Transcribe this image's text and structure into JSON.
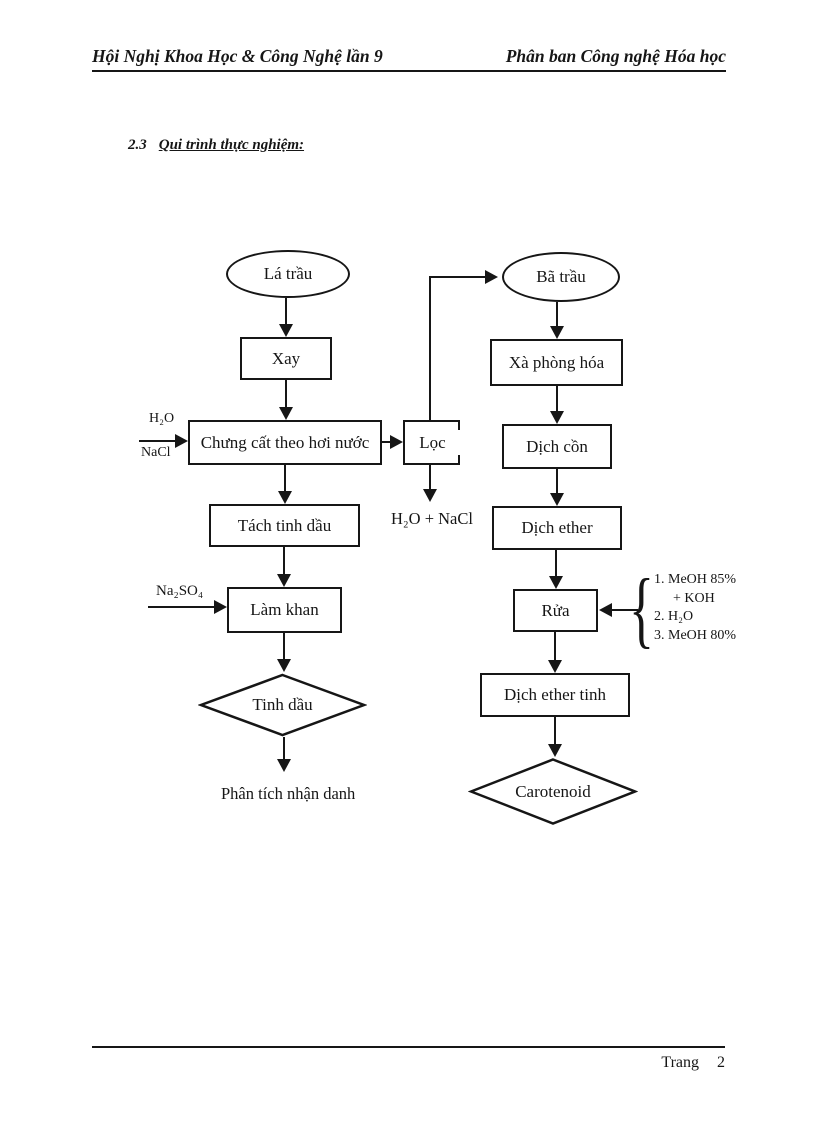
{
  "header": {
    "left": "Hội Nghị Khoa Học & Công Nghệ lần 9",
    "right": "Phân ban Công nghệ Hóa học"
  },
  "section": {
    "number": "2.3",
    "title": "Qui trình thực nghiệm:"
  },
  "flowchart": {
    "nodes": {
      "la_trau": "Lá trầu",
      "xay": "Xay",
      "chung_cat": "Chưng cất theo hơi nước",
      "loc": "Lọc",
      "tach_tinh_dau": "Tách tinh dầu",
      "lam_khan": "Làm khan",
      "tinh_dau": "Tinh dầu",
      "ba_trau": "Bã trầu",
      "xa_phong_hoa": "Xà phòng hóa",
      "dich_con": "Dịch cồn",
      "dich_ether": "Dịch ether",
      "rua": "Rửa",
      "dich_ether_tinh": "Dịch ether tinh",
      "carotenoid": "Carotenoid"
    },
    "labels": {
      "h2o": "H₂O",
      "nacl": "NaCl",
      "na2so4": "Na₂SO₄",
      "h2o_nacl": "H₂O + NaCl",
      "phan_tich": "Phân tích nhận danh"
    },
    "reagents": [
      "1. MeOH 85%",
      "+ KOH",
      "2. H₂O",
      "3. MeOH 80%"
    ],
    "brace": "{"
  },
  "footer": {
    "label": "Trang",
    "page": "2"
  },
  "colors": {
    "ink": "#161616",
    "paper": "#ffffff"
  }
}
